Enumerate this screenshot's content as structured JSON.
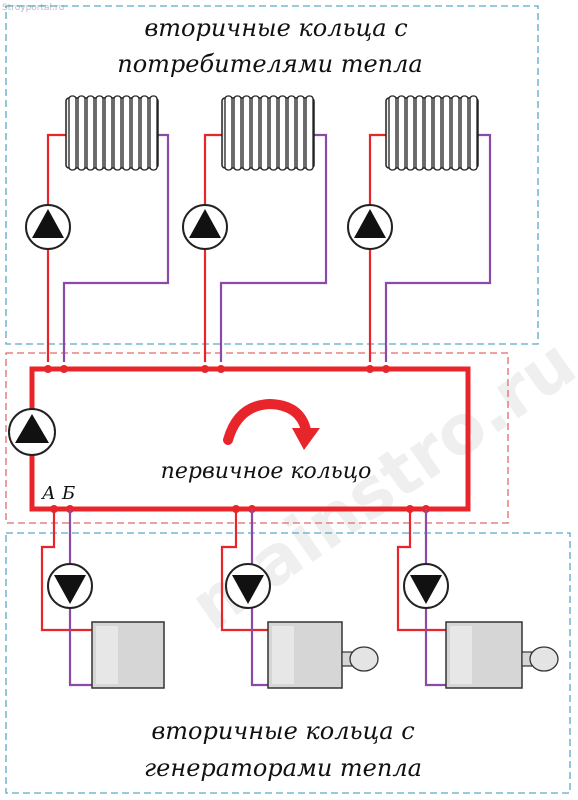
{
  "title_top_line1": "вторичные кольца с",
  "title_top_line2": "потребителями тепла",
  "primary_label": "первичное кольцо",
  "point_a": "А",
  "point_b": "Б",
  "title_bottom_line1": "вторичные кольца с",
  "title_bottom_line2": "генераторами тепла",
  "watermark": "mainstro.ru",
  "corner_text": "Stroyportal.ru",
  "colors": {
    "supply": "#e8252a",
    "return": "#8a4aa8",
    "border": "#5aa9c9",
    "border_red": "#e26a6a",
    "arrow": "#e8252a"
  }
}
